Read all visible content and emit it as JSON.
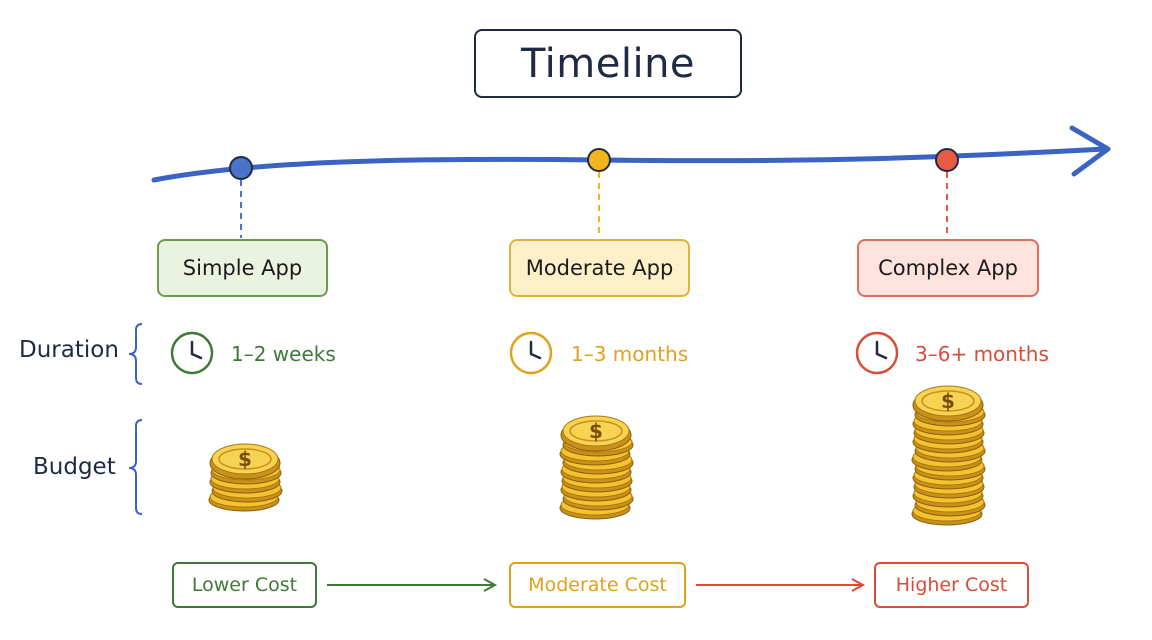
{
  "title": "Timeline",
  "rows": {
    "duration_label": "Duration",
    "budget_label": "Budget"
  },
  "stages": [
    {
      "name": "Simple App",
      "duration": "1–2 weeks",
      "cost": "Lower Cost",
      "coin_count": 4,
      "colors": {
        "accent": "#3d7a35",
        "fill": "#e9f3df",
        "border": "#6a9e4f",
        "node": "#4a74c9"
      }
    },
    {
      "name": "Moderate App",
      "duration": "1–3 months",
      "cost": "Moderate Cost",
      "coin_count": 8,
      "colors": {
        "accent": "#e0a11b",
        "fill": "#fdf0c9",
        "border": "#e0b43c",
        "node": "#f2b51c"
      }
    },
    {
      "name": "Complex App",
      "duration": "3–6+ months",
      "cost": "Higher Cost",
      "coin_count": 12,
      "colors": {
        "accent": "#d94c35",
        "fill": "#fde2dd",
        "border": "#de6c5c",
        "node": "#e95a45"
      }
    }
  ],
  "coin_symbol": "$",
  "colors": {
    "timeline": "#3a63c4",
    "ink": "#1f2a44",
    "coin_face": "#f4c430",
    "coin_edge": "#c9901a",
    "arrow_green": "#3d7a35",
    "arrow_red": "#d94c35"
  }
}
